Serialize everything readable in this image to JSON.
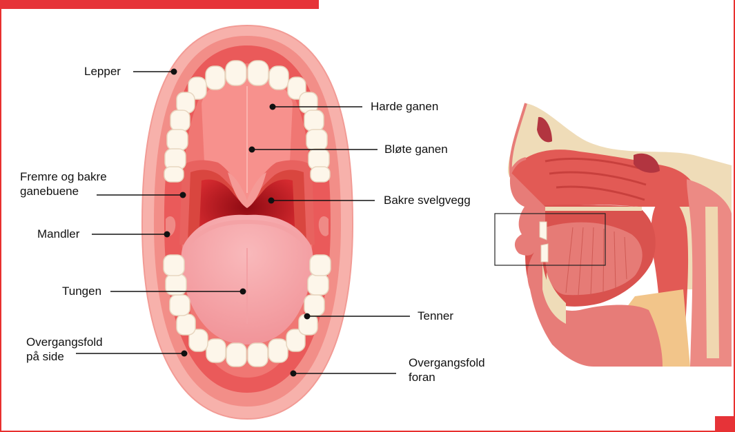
{
  "labels": {
    "lepper": "Lepper",
    "harde_ganen": "Harde ganen",
    "blote_ganen": "Bløte ganen",
    "fremre_bakre": "Fremre og bakre\nganebuene",
    "bakre_svelgvegg": "Bakre svelgvegg",
    "mandler": "Mandler",
    "tungen": "Tungen",
    "tenner": "Tenner",
    "overgangsfold_side": "Overgangsfold\npå side",
    "overgangsfold_foran": "Overgangsfold\nforan"
  },
  "colors": {
    "accent": "#e63338",
    "lip": "#f7a9a4",
    "lip_inner": "#f08a84",
    "gum": "#ef6f6c",
    "palate": "#f48f8c",
    "throat": "#b5121b",
    "tongue": "#f7a8ab",
    "tooth": "#fdf7ec",
    "bone": "#efdcb8",
    "neck": "#f2c58a"
  }
}
